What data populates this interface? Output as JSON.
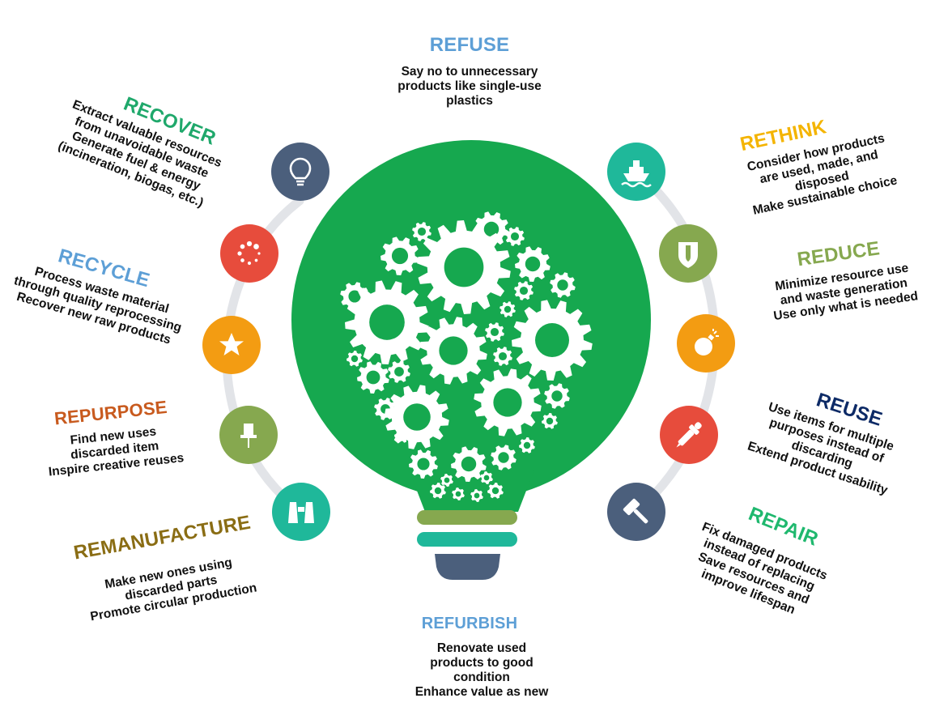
{
  "colors": {
    "bulb_green": "#16a84f",
    "gear_white": "#ffffff",
    "bulb_base_olive": "#86a84f",
    "bulb_base_teal": "#1fb89a",
    "bulb_cap_slate": "#4b5f7c",
    "arc_gray": "#e2e4e8"
  },
  "steps": [
    {
      "id": "refuse",
      "title": "REFUSE",
      "color": "#5d9fd6",
      "lines": [
        "Say no to unnecessary",
        "products like single-use",
        "plastics"
      ]
    },
    {
      "id": "rethink",
      "title": "RETHINK",
      "color": "#f4b400",
      "icon": "ship-icon",
      "icon_color": "#1fb89a",
      "lines": [
        "Consider how products",
        "are used, made, and",
        "disposed",
        "Make sustainable choice"
      ]
    },
    {
      "id": "reduce",
      "title": "REDUCE",
      "color": "#86a84f",
      "icon": "shield-icon",
      "icon_color": "#86a84f",
      "lines": [
        "Minimize resource use",
        "and waste generation",
        "Use only what is needed"
      ]
    },
    {
      "id": "reuse",
      "title": "REUSE",
      "color": "#0d2a66",
      "icon": "bomb-icon",
      "icon_color": "#f39c12",
      "lines": [
        "Use items for  multiple",
        "purposes  instead of",
        "discarding",
        "Extend product usability"
      ]
    },
    {
      "id": "repair",
      "title": "REPAIR",
      "color": "#1fb86e",
      "icon": "dropper-icon",
      "icon_color": "#e74c3c",
      "lines": [
        "Fix damaged products",
        "instead of replacing",
        "Save resources and",
        "improve lifespan"
      ]
    },
    {
      "id": "refurbish",
      "title": "REFURBISH",
      "color": "#5d9fd6",
      "icon": "gavel-icon",
      "icon_color": "#4b5f7c",
      "lines": [
        "Renovate used",
        "products to good",
        "condition",
        "Enhance value as new"
      ]
    },
    {
      "id": "remanufacture",
      "title": "REMANUFACTURE",
      "color": "#8a6d14",
      "icon": "binoculars-icon",
      "icon_color": "#1fb89a",
      "lines": [
        "Make new ones using",
        "discarded parts",
        "Promote circular production"
      ]
    },
    {
      "id": "repurpose",
      "title": "REPURPOSE",
      "color": "#c85a1e",
      "icon": "pushpin-icon",
      "icon_color": "#86a84f",
      "lines": [
        "Find new uses",
        "discarded item",
        "Inspire creative reuses"
      ]
    },
    {
      "id": "recycle",
      "title": "RECYCLE",
      "color": "#5d9fd6",
      "icon": "star-icon",
      "icon_color": "#f39c12",
      "lines": [
        "Process waste material",
        "through quality reprocessing",
        "Recover new raw products"
      ]
    },
    {
      "id": "recover",
      "title": "RECOVER",
      "color": "#1fa86b",
      "icon": "loading-dots-icon",
      "icon_color": "#e74c3c",
      "lines": [
        "Extract valuable resources",
        "from unavoidable waste",
        "Generate fuel & energy",
        "(incineration, biogas, etc.)"
      ]
    },
    {
      "id": "bulb",
      "icon": "lightbulb-icon",
      "icon_color": "#4b5f7c"
    }
  ]
}
